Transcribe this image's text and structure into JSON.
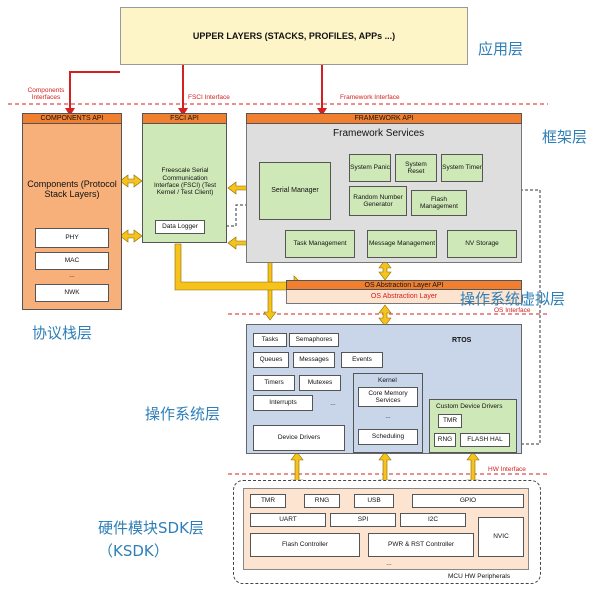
{
  "upper_layers": "UPPER LAYERS (STACKS, PROFILES, APPs ...)",
  "labels_cn": {
    "app_layer": "应用层",
    "framework_layer": "框架层",
    "protocol_layer": "协议栈层",
    "os_abstraction_layer": "操作系统虚拟层",
    "os_layer": "操作系统层",
    "hw_sdk_layer": "硬件模块SDK层",
    "ksdk": "（KSDK）"
  },
  "interfaces": {
    "components": "Components Interfaces",
    "fsci": "FSCI Interface",
    "framework": "Framework Interface",
    "os": "OS Interface",
    "hw": "HW Interface"
  },
  "components": {
    "header": "COMPONENTS API",
    "title": "Components (Protocol Stack Layers)",
    "items": [
      "PHY",
      "MAC",
      "...",
      "NWK"
    ]
  },
  "fsci": {
    "header": "FSCI API",
    "title": "Freescale Serial Communication Interface (FSCI) (Test Kernel / Test Client)",
    "data_logger": "Data Logger"
  },
  "framework": {
    "header": "FRAMEWORK API",
    "title": "Framework Services",
    "serial_manager": "Serial Manager",
    "system_panic": "System Panic",
    "system_reset": "System Reset",
    "system_timer": "System Timer",
    "rng": "Random Number Generator",
    "flash_management": "Flash Management",
    "task_management": "Task Management",
    "message_management": "Message Management",
    "nv_storage": "NV Storage"
  },
  "osal": {
    "header": "OS Abstraction Layer API",
    "title": "OS Abstraction Layer"
  },
  "rtos": {
    "title": "RTOS",
    "tasks": "Tasks",
    "semaphores": "Semaphores",
    "queues": "Queues",
    "messages": "Messages",
    "events": "Events",
    "timers": "Timers",
    "mutexes": "Mutexes",
    "interrupts": "Interrupts",
    "ellipsis": "...",
    "kernel": "Kernel",
    "core_memory": "Core Memory Services",
    "kernel_ellipsis": "...",
    "scheduling": "Scheduling",
    "device_drivers": "Device Drivers",
    "custom_drivers": "Custom Device Drivers",
    "tmr": "TMR",
    "rng": "RNG",
    "flash_hal": "FLASH HAL"
  },
  "hw": {
    "tmr": "TMR",
    "rng": "RNG",
    "usb": "USB",
    "gpio": "GPIO",
    "uart": "UART",
    "spi": "SPI",
    "i2c": "I2C",
    "nvic": "NVIC",
    "flash_controller": "Flash Controller",
    "pwr_rst": "PWR & RST Controller",
    "ellipsis": "...",
    "footer": "MCU HW Peripherals"
  },
  "colors": {
    "upper": "#fdf5c8",
    "orange": "#f7b07a",
    "header": "#f08030",
    "green": "#cfe8b8",
    "gray": "#dedede",
    "blue": "#c9d6ea",
    "osal": "#fde4d0",
    "arrow_yellow": "#f6c21c",
    "red": "#d42020",
    "cn_text": "#2e7fb8"
  }
}
